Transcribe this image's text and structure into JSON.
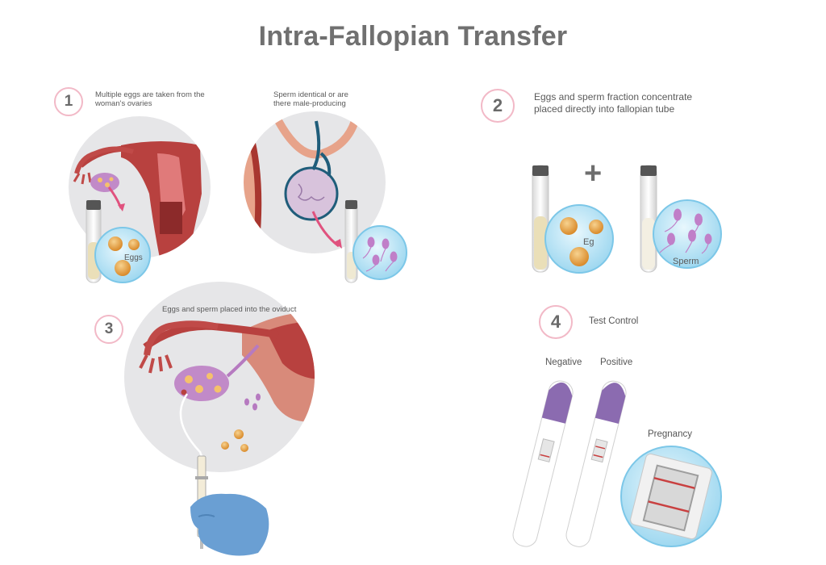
{
  "title": "Intra-Fallopian Transfer",
  "steps": [
    {
      "number": "1",
      "caption": "Multiple eggs are taken from the woman's ovaries",
      "inset_label": "Eggs"
    },
    {
      "number": "",
      "caption": "Sperm identical or are there male-producing"
    },
    {
      "number": "2",
      "caption": "Eggs and sperm fraction concentrate placed directly into fallopian tube",
      "egg_label": "Eg",
      "sperm_label": "Sperm",
      "plus": "+"
    },
    {
      "number": "3",
      "caption": "Eggs and sperm placed into the oviduct"
    },
    {
      "number": "4",
      "caption": "Test Control",
      "negative": "Negative",
      "positive": "Positive",
      "pregnancy": "Pregnancy"
    }
  ],
  "colors": {
    "badge_border": "#f2b9c7",
    "purple": "#8b6bb0",
    "glove": "#6a9fd3",
    "tissue": "#b3393a",
    "egg": "#e8a94a"
  }
}
